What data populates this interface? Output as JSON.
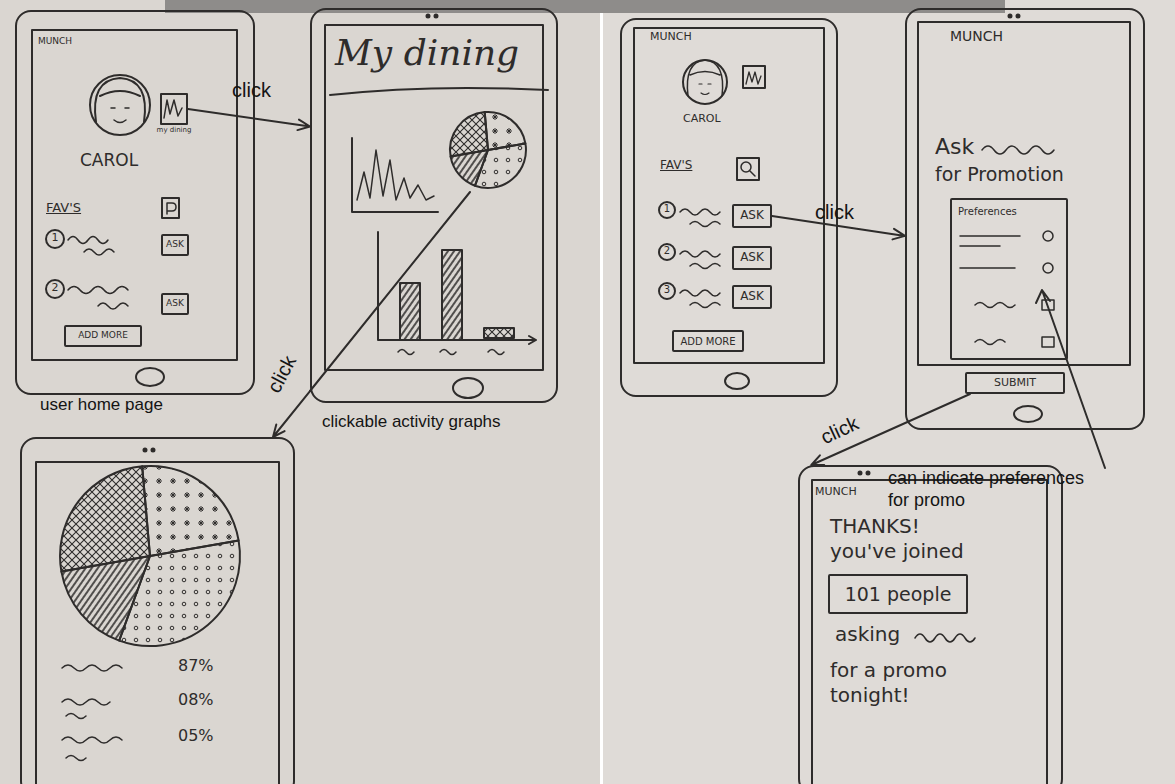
{
  "diagram": {
    "nodes": [
      {
        "text": [
          "MUNCH",
          "CAROL",
          "FAV'S",
          "1",
          "2"
        ]
      },
      {
        "text": [
          "my dining"
        ],
        "in": 0
      },
      {
        "text": [
          "ASK"
        ],
        "in": 0
      },
      {
        "text": [
          "ASK"
        ],
        "in": 0
      },
      {
        "text": [
          "ADD MORE"
        ],
        "in": 0
      },
      {
        "text": [
          "My dining"
        ]
      },
      {
        "text": [
          "MUNCH",
          "CAROL",
          "FAV'S",
          "1",
          "2",
          "3"
        ]
      },
      {
        "text": [
          "ASK"
        ],
        "in": 6
      },
      {
        "text": [
          "ASK"
        ],
        "in": 6
      },
      {
        "text": [
          "ASK"
        ],
        "in": 6
      },
      {
        "text": [
          "ADD MORE"
        ],
        "in": 6
      },
      {
        "text": [
          "MUNCH",
          "Ask",
          "for Promotion"
        ]
      },
      {
        "text": [
          "Preferences"
        ],
        "in": 11
      },
      {
        "text": [
          "SUBMIT"
        ],
        "in": 11
      },
      {
        "text": [
          "87%",
          "08%",
          "05%"
        ]
      },
      {
        "text": [
          "MUNCH",
          "THANKS! you've joined",
          "asking",
          "for a promo tonight!"
        ]
      },
      {
        "text": [
          "101 people"
        ],
        "in": 15
      }
    ],
    "edges": [
      {
        "from": 1,
        "to": 5,
        "label": "click",
        "arrow": "to"
      },
      {
        "from": 5,
        "to": 14,
        "label": "click",
        "arrow": "to"
      },
      {
        "from": 7,
        "to": 11,
        "label": "click",
        "arrow": "to"
      },
      {
        "from": 13,
        "to": 15,
        "label": "click",
        "arrow": "to"
      }
    ],
    "labels": [
      "user home page",
      "clickable activity graphs",
      "can indicate preferences for promo"
    ]
  }
}
